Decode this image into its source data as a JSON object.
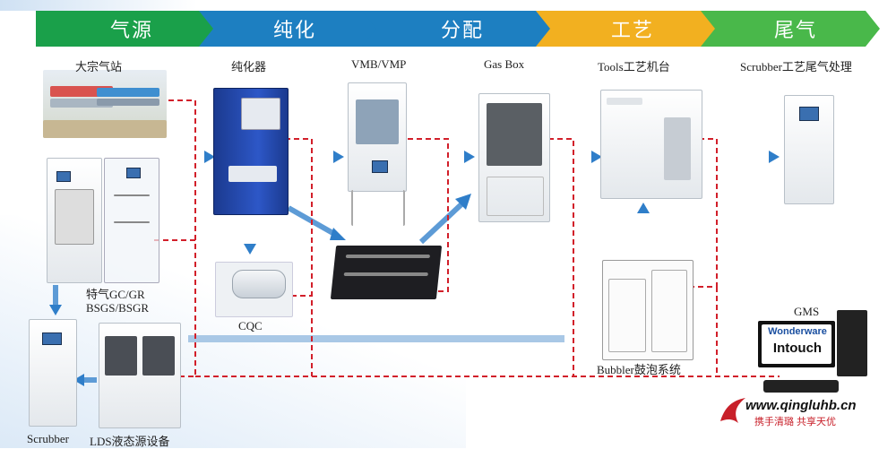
{
  "stages": [
    {
      "label": "气源",
      "color": "#1aa04a"
    },
    {
      "label": "纯化",
      "color": "#1d7fc1"
    },
    {
      "label": "分配",
      "color": "#1d7fc1"
    },
    {
      "label": "工艺",
      "color": "#f2b020"
    },
    {
      "label": "尾气",
      "color": "#49b84a"
    }
  ],
  "equipment": {
    "bulk_gas": "大宗气站",
    "purifier": "纯化器",
    "vmb": "VMB/VMP",
    "gasbox": "Gas Box",
    "tools": "Tools工艺机台",
    "scrubber_top": "Scrubber工艺尾气处理",
    "special_gas": "特气GC/GR",
    "bsgs": "BSGS/BSGR",
    "cqc": "CQC",
    "bubbler": "Bubbler鼓泡系统",
    "gms": "GMS",
    "scrubber_bottom": "Scrubber",
    "lds": "LDS液态源设备"
  },
  "gms_panel": {
    "brand": "Wonderware",
    "product": "Intouch"
  },
  "logo": {
    "url_text": "www.qingluhb.cn",
    "slogan": "携手清璐 共享天优"
  },
  "colors": {
    "signal_line": "#d21f2a",
    "flow_arrow": "#2f7ec9"
  }
}
